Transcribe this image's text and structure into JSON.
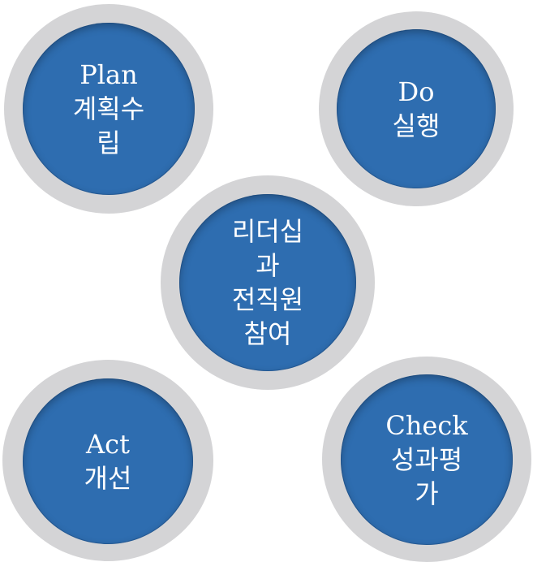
{
  "nodes": {
    "plan": {
      "label": "Plan\n계획수\n립"
    },
    "do": {
      "label": "Do\n실행"
    },
    "center": {
      "label": "리더십\n과\n전직원\n참여"
    },
    "act": {
      "label": "Act\n개선"
    },
    "check": {
      "label": "Check\n성과평\n가"
    }
  },
  "colors": {
    "disc": "#2e6db0",
    "ring": "#d4d4d6",
    "text": "#ffffff"
  }
}
